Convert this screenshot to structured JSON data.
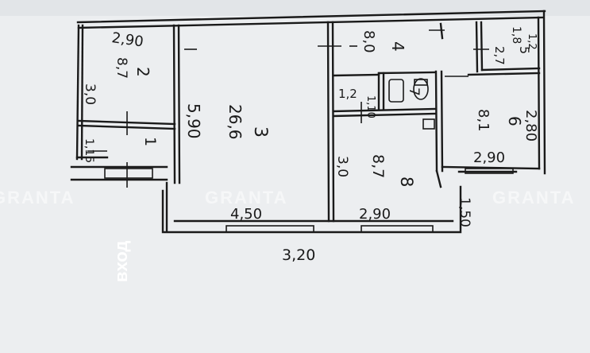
{
  "page": {
    "background": "#eceef0",
    "ink": "#1a1a1a"
  },
  "plan": {
    "rooms": [
      {
        "number": "2",
        "area": "8,7",
        "width": "2,90",
        "length": "3,0"
      },
      {
        "number": "1",
        "width": "1,15"
      },
      {
        "number": "3",
        "area": "26,6",
        "width": "4,50",
        "length": "5,90"
      },
      {
        "number": "4",
        "area": "8,0"
      },
      {
        "number": "5",
        "area": "2,7",
        "width": "1,2",
        "length": "1,8"
      },
      {
        "number": "7",
        "width": "1,2",
        "length": "1,10"
      },
      {
        "number": "6",
        "area": "8,1",
        "width": "2,90",
        "length": "2,80"
      },
      {
        "number": "8",
        "area": "8,7",
        "width": "2,90",
        "length": "3,0"
      }
    ],
    "balcony_length": "3,20",
    "loggia_depth": "1,50",
    "entrance_label": "вход",
    "watermark_text": "GRANTA"
  }
}
